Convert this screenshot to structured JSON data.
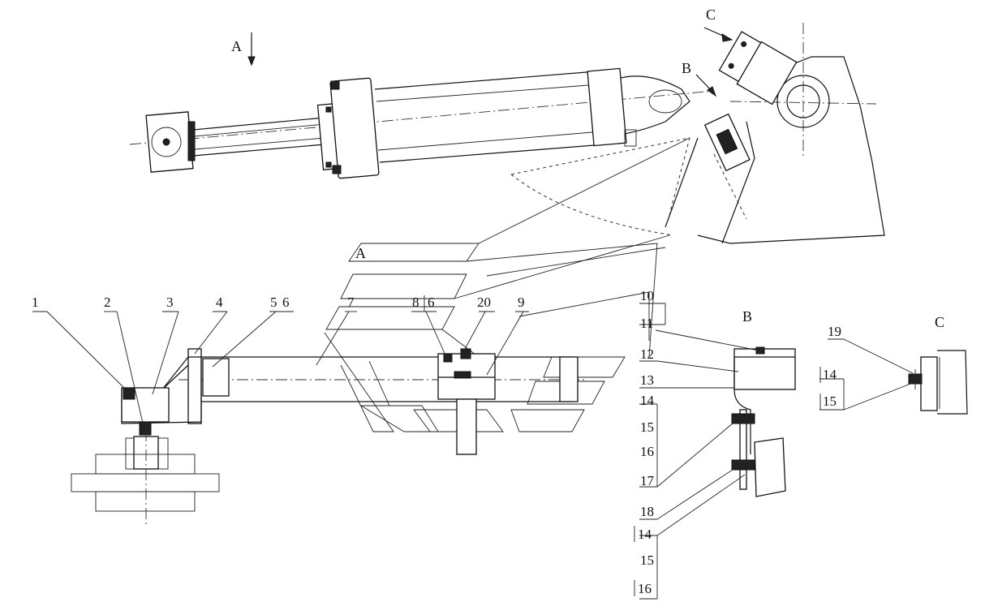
{
  "views": {
    "view_a": "A",
    "view_b": "B",
    "view_c": "C",
    "arrow_a": "A",
    "arrow_b": "B",
    "arrow_c": "C"
  },
  "parts": {
    "p1": "1",
    "p2": "2",
    "p3": "3",
    "p4": "4",
    "p5": "5",
    "p6": "6",
    "p7": "7",
    "p8": "8",
    "p6b": "6",
    "p20": "20",
    "p9": "9",
    "p10": "10",
    "p11": "11",
    "p12": "12",
    "p13": "13",
    "p14": "14",
    "p15": "15",
    "p16": "16",
    "p17": "17",
    "p18": "18",
    "p14b": "14",
    "p15b": "15",
    "p16b": "16",
    "p19": "19",
    "p14c": "14",
    "p15c": "15"
  }
}
